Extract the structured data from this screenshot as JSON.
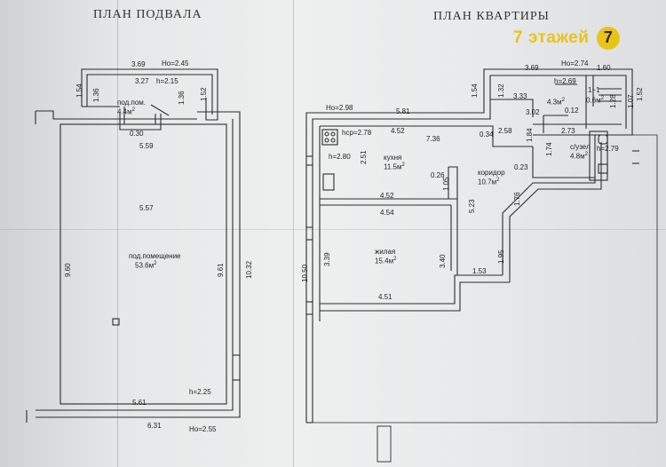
{
  "titles": {
    "basement": "ПЛАН ПОДВАЛА",
    "apartment": "ПЛАН КВАРТИРЫ"
  },
  "brand": {
    "text": "7 этажей",
    "logo_glyph": "7",
    "color": "#e9c418"
  },
  "basement": {
    "dims": {
      "top_369": "3.69",
      "ho_245": "Ho=2.45",
      "d_154": "1.54",
      "d_327": "3.27",
      "h_215": "h=2.15",
      "d_136a": "1.36",
      "d_136b": "1.36",
      "d_152": "1.52",
      "d_030": "0.30",
      "d_559": "5.59",
      "d_557": "5.57",
      "d_960": "9.60",
      "d_961": "9.61",
      "d_1032": "10.32",
      "d_561": "5.61",
      "h_225": "h=2.25",
      "d_631": "6.31",
      "ho_255": "Ho=2.55"
    },
    "rooms": {
      "small_name": "под.пом.",
      "small_area": "4.4м",
      "big_name": "под.помещение",
      "big_area": "53.6м"
    }
  },
  "apartment": {
    "dims": {
      "d_369": "3.69",
      "ho_274": "Ho=2.74",
      "d_160": "1.60",
      "ho_298": "Ho=2.98",
      "d_581": "5.81",
      "d_154": "1.54",
      "d_132": "1.32",
      "d_333": "3.33",
      "h_269": "h=2.69",
      "d_11": "1~1",
      "d_302": "3.02",
      "d_012": "0.12",
      "d_128": "1.28",
      "d_107": "1.07",
      "d_152": "1.52",
      "hcp_278": "hср=2.78",
      "d_452a": "4.52",
      "d_736": "7.36",
      "d_034": "0.34",
      "d_258": "2.58",
      "d_273": "2.73",
      "h_280": "h=2.80",
      "d_251": "2.51",
      "d_026": "0.26",
      "d_105": "1.05",
      "d_184": "1.84",
      "d_174": "1.74",
      "d_023": "0.23",
      "h_279": "h=2.79",
      "d_452b": "4.52",
      "d_454": "4.54",
      "d_523": "5.23",
      "d_176": "1.76",
      "d_1050": "10.50",
      "d_339": "3.39",
      "d_340": "3.40",
      "d_195": "1.95",
      "d_153": "1.53",
      "d_451": "4.51"
    },
    "rooms": {
      "small_area": "4.3м",
      "tiny_area": "0.6м",
      "kitchen_name": "кухня",
      "kitchen_area": "11.5м",
      "corridor_name": "коридор",
      "corridor_area": "10.7м",
      "bath_name": "с/узел",
      "bath_area": "4.8м",
      "living_name": "жилая",
      "living_area": "15.4м"
    }
  }
}
